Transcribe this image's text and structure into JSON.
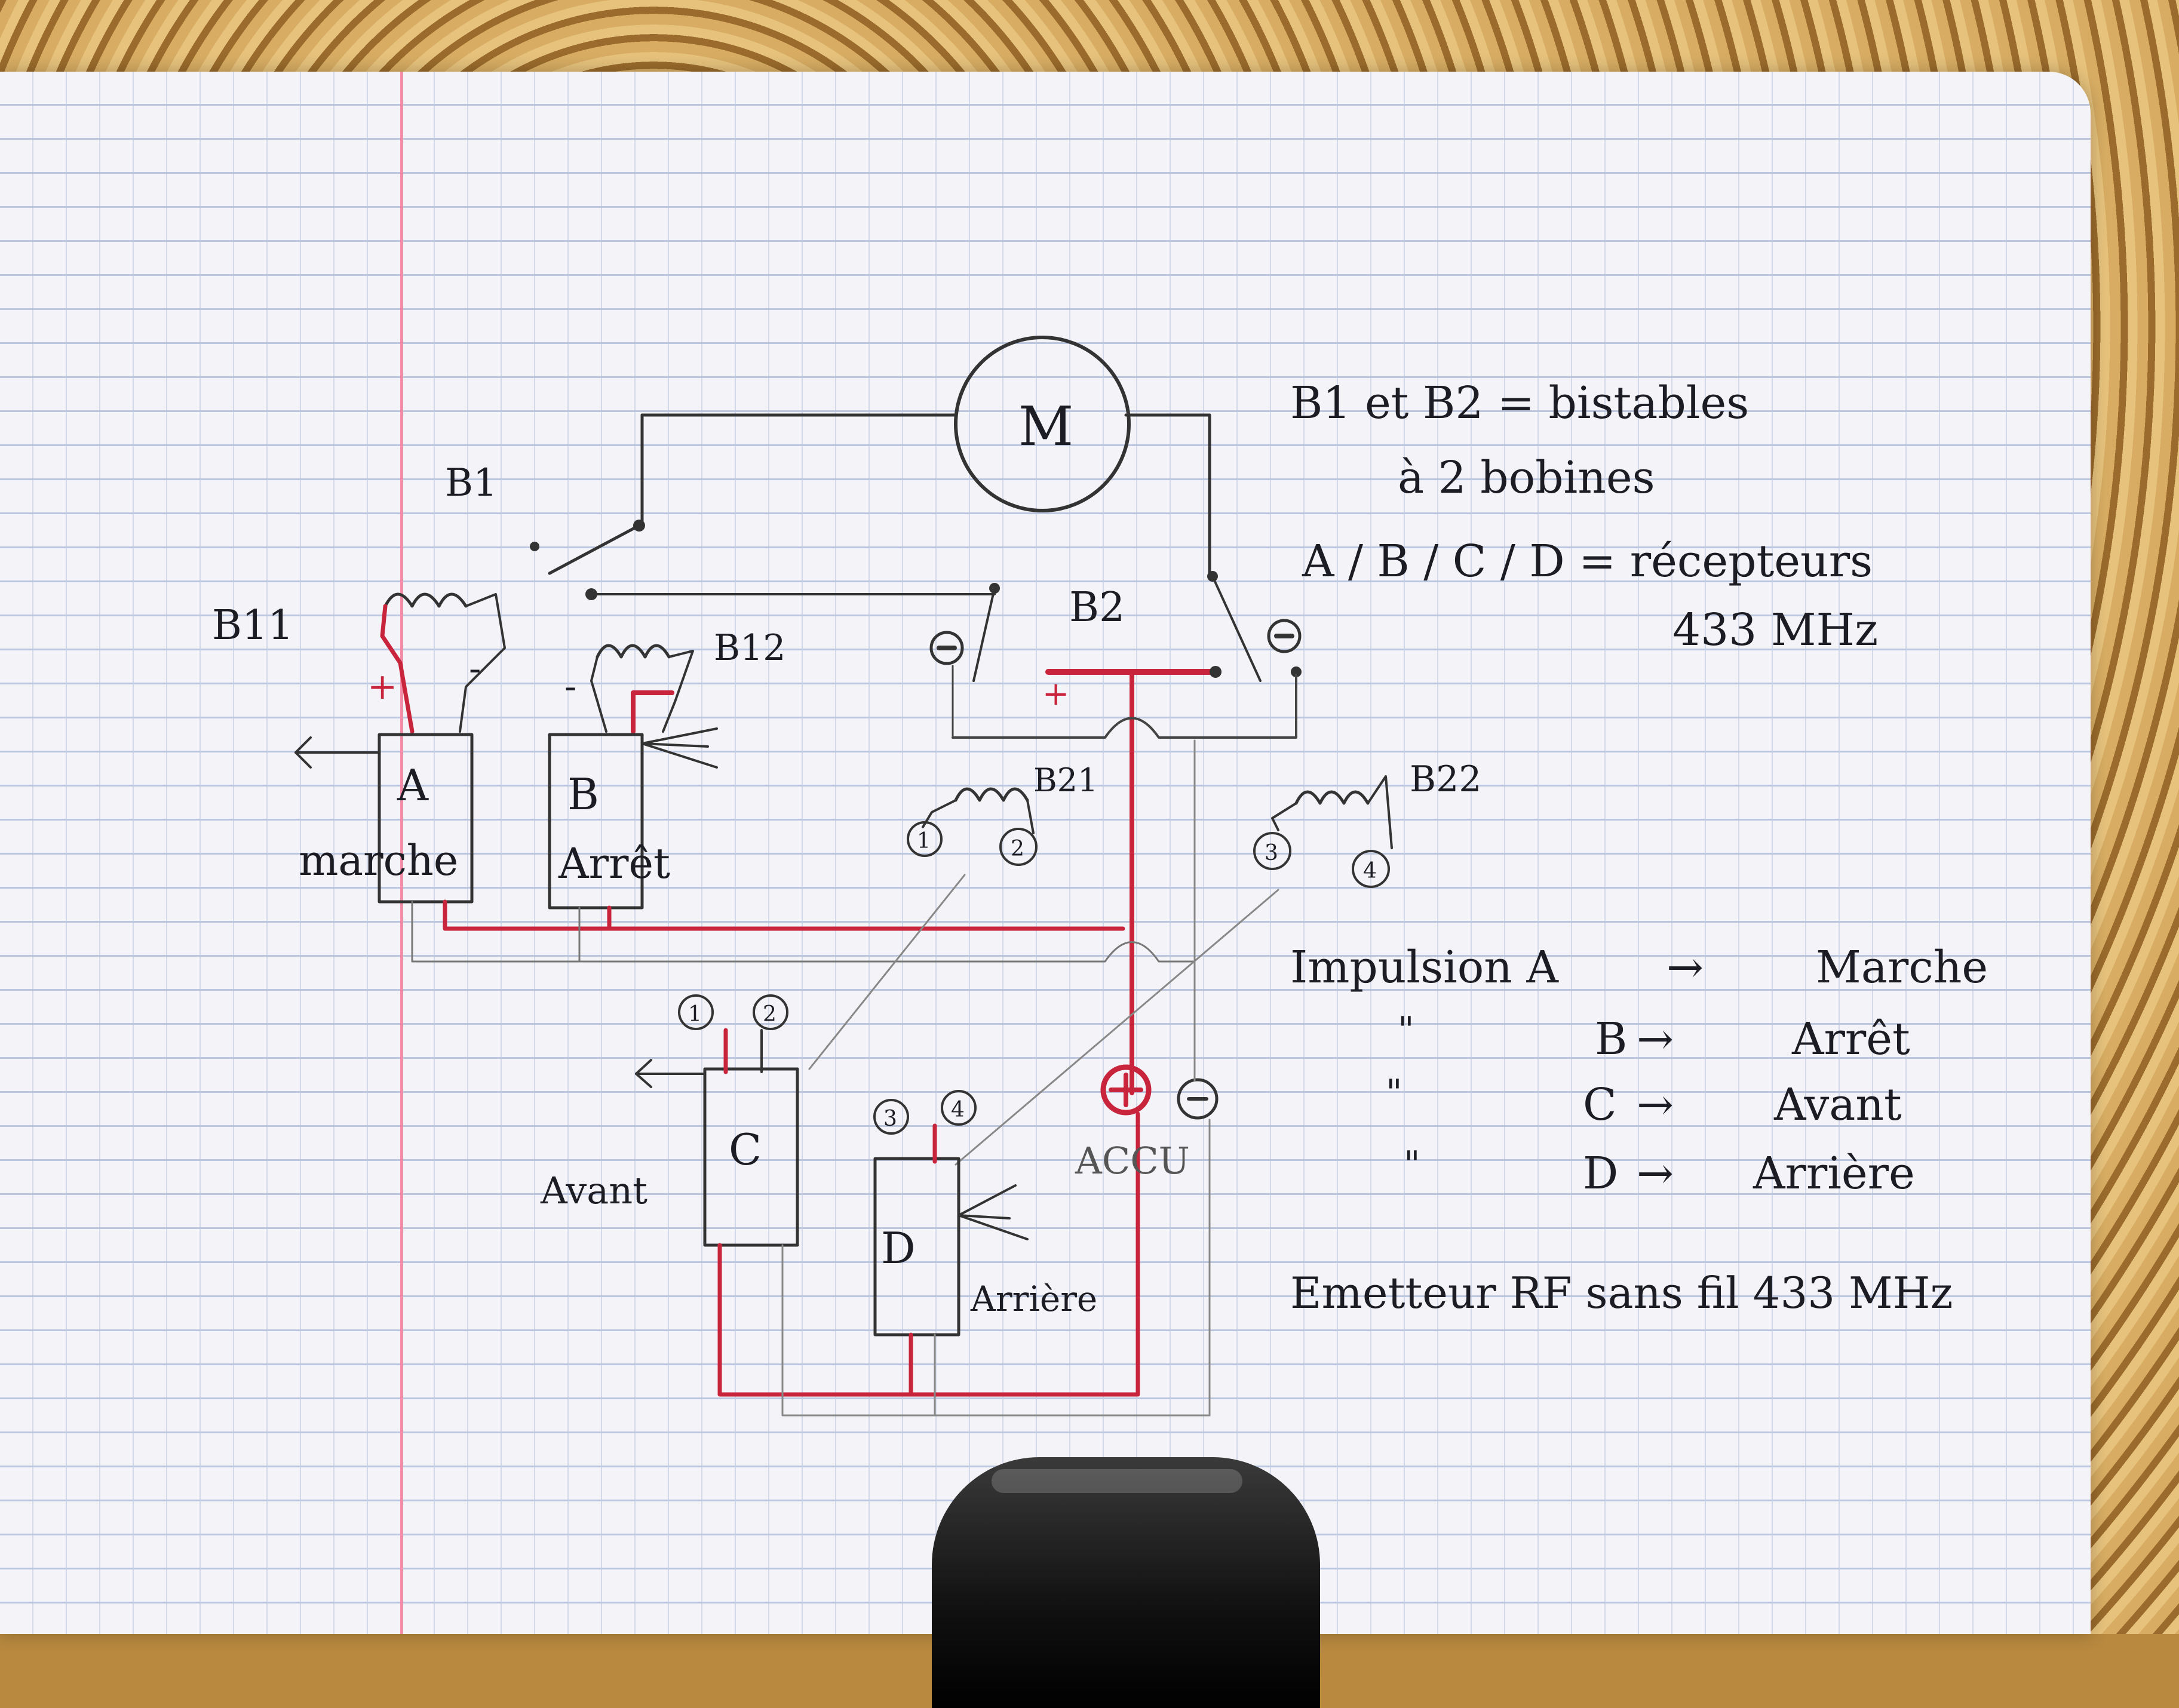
{
  "labels": {
    "b1": "B1",
    "b11": "B11",
    "b12": "B12",
    "b2": "B2",
    "b21": "B21",
    "b22": "B22",
    "motor": "M",
    "box_a": "A",
    "box_a_sub": "marche",
    "box_b": "B",
    "box_b_sub": "Arrêt",
    "box_c": "C",
    "box_c_side": "Avant",
    "box_d": "D",
    "box_d_side": "Arrière",
    "accu": "ACCU",
    "plus_sign": "+",
    "minus_sign": "−",
    "minus_dash": "-",
    "t1": "1",
    "t2": "2",
    "t3": "3",
    "t4": "4"
  },
  "notes": {
    "line1": "B1 et B2 = bistables",
    "line2": "à 2 bobines",
    "line3": "A / B / C / D = récepteurs",
    "line4": "433 MHz"
  },
  "legend": {
    "row1_key": "Impulsion A",
    "row1_val": "Marche",
    "row2_ditto": "\"",
    "row2_key": "B",
    "row2_val": "Arrêt",
    "row3_ditto": "\"",
    "row3_key": "C",
    "row3_val": "Avant",
    "row4_ditto": "\"",
    "row4_key": "D",
    "row4_val": "Arrière",
    "arrow": "→"
  },
  "footer": "Emetteur RF sans fil 433 MHz",
  "colors": {
    "ink": "#1c1c24",
    "red_ink": "#c8243c",
    "pencil": "#6a6a6a"
  }
}
